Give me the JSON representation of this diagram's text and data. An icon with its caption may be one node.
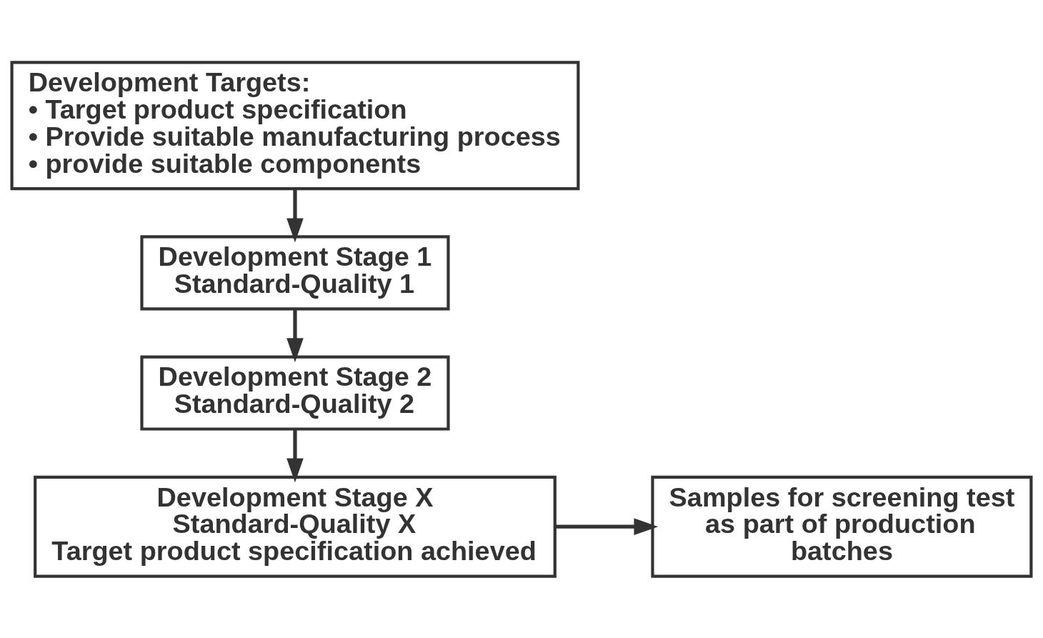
{
  "diagram": {
    "nodes": [
      {
        "text": [
          "Development Targets:",
          "• Target product specification",
          "• Provide suitable manufacturing process",
          "• provide suitable components"
        ]
      },
      {
        "text": [
          "Development Stage 1",
          "Standard-Quality 1"
        ]
      },
      {
        "text": [
          "Development Stage 2",
          "Standard-Quality 2"
        ]
      },
      {
        "text": [
          "Development Stage X",
          "Standard-Quality X",
          "Target product specification achieved"
        ]
      },
      {
        "text": [
          "Samples for screening test as part of production batches"
        ]
      }
    ],
    "edges": [
      {
        "from": 0,
        "to": 1,
        "arrow": "to"
      },
      {
        "from": 1,
        "to": 2,
        "arrow": "to"
      },
      {
        "from": 2,
        "to": 3,
        "arrow": "to"
      },
      {
        "from": 3,
        "to": 4,
        "arrow": "to"
      }
    ]
  }
}
